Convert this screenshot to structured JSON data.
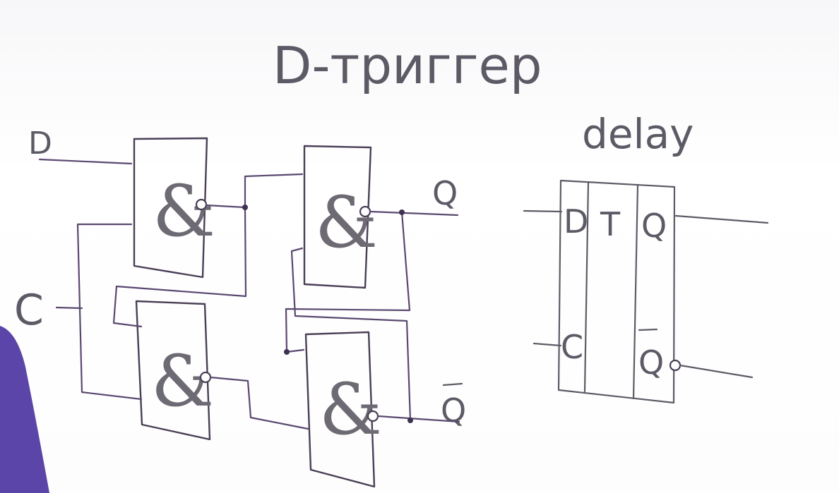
{
  "title": "D-триггер",
  "subtitle": "delay",
  "inputs": {
    "d": "D",
    "c": "C"
  },
  "outputs": {
    "q": "Q",
    "q_bar": "Q"
  },
  "gate_symbol": "&",
  "block": {
    "d": "D",
    "t": "T",
    "q": "Q",
    "c": "C",
    "q_bar": "Q"
  }
}
